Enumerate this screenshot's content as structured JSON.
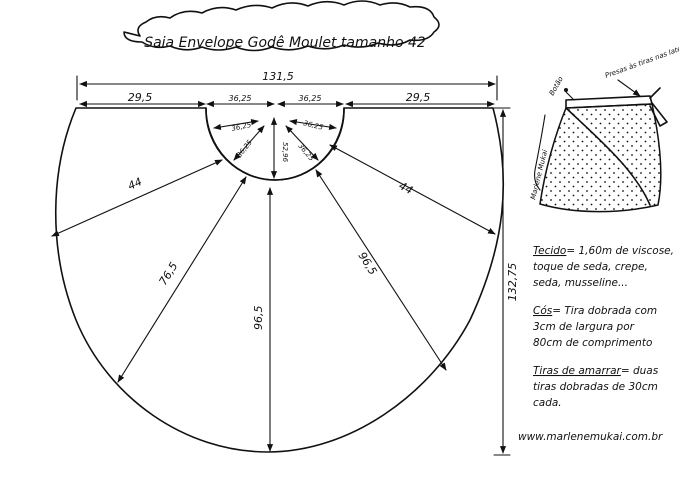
{
  "title": "Saia Envelope Godê Moulet tamanho 42",
  "dimensions": {
    "total_width": "131,5",
    "left_side": "29,5",
    "right_side": "29,5",
    "waist_left": "36,25",
    "waist_right": "36,25",
    "height": "132,75",
    "inner_left": "36,25",
    "inner_right": "36,25",
    "inner_center_left": "36,25",
    "inner_center_right": "36,25",
    "center_short": "52,96",
    "radial_left_upper": "44",
    "radial_right_upper": "44",
    "radial_left_lower": "76,5",
    "radial_right_lower": "96,5",
    "center_long": "96,5"
  },
  "illustration": {
    "signature": "Marlene Mukai",
    "label_button": "Botão",
    "label_ties": "Presas às tiras nas laterais"
  },
  "notes": {
    "fabric": {
      "label": "Tecido",
      "lines": [
        "= 1,60m de viscose,",
        "toque de seda, crepe,",
        "seda, musseline..."
      ]
    },
    "waistband": {
      "label": "Cós",
      "lines": [
        "= Tira dobrada com",
        "3cm de largura por",
        "80cm de comprimento"
      ]
    },
    "ties": {
      "label": "Tiras de amarrar",
      "lines": [
        "= duas",
        "tiras dobradas de 30cm",
        "cada."
      ]
    }
  },
  "website": "www.marlenemukai.com.br"
}
